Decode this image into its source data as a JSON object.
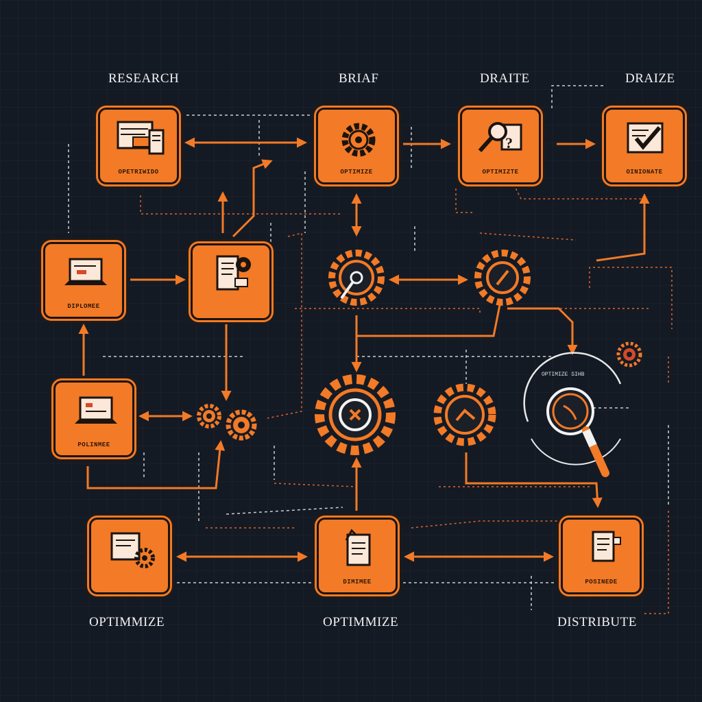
{
  "colors": {
    "background": "#141a24",
    "accent": "#f37a26",
    "line_light": "#d9d9d9",
    "ink": "#1a1410"
  },
  "stage_labels": {
    "research": "RESEARCH",
    "briaf": "BRIAF",
    "draite": "DRAITE",
    "draize": "DRAIZE",
    "optimize_left": "OPTIMMIZE",
    "optimize_center": "OPTIMMIZE",
    "distribute": "DISTRIBUTE"
  },
  "nodes": {
    "research_window": {
      "caption": "OPETRIWIDO",
      "icon": "browser-window-icon"
    },
    "brief_gear": {
      "caption": "OPTIMIZE",
      "icon": "gear-icon"
    },
    "draft_search": {
      "caption": "OPTIMIZTE",
      "icon": "magnifier-question-icon"
    },
    "draize_check": {
      "caption": "OINIONATE",
      "icon": "checkbox-document-icon"
    },
    "laptop_mid": {
      "caption": "DIPLOMEE",
      "icon": "laptop-icon"
    },
    "document_process": {
      "caption": "",
      "icon": "document-gear-icon"
    },
    "laptop_lower": {
      "caption": "POLINMEE",
      "icon": "laptop-icon"
    },
    "optimize_left": {
      "caption": "",
      "icon": "document-gear-icon"
    },
    "optimize_center": {
      "caption": "DIMIMEE",
      "icon": "document-edit-icon"
    },
    "distribute": {
      "caption": "POSINEDE",
      "icon": "document-list-icon"
    }
  },
  "annotations": {
    "magnifier_arc": "OPTIMIZE SIHB"
  }
}
